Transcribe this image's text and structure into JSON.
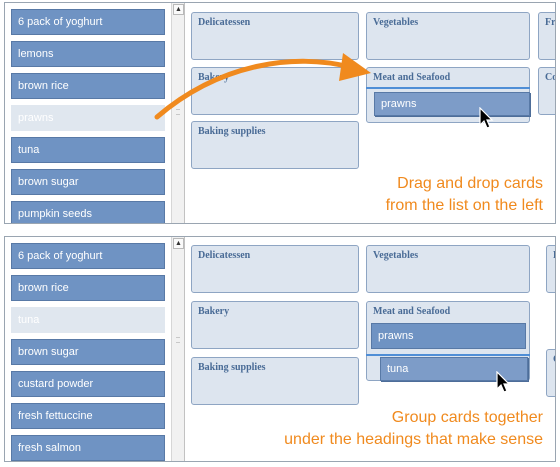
{
  "top_panel": {
    "list_items": [
      {
        "label": "6 pack of yoghurt",
        "state": "normal"
      },
      {
        "label": "lemons",
        "state": "normal"
      },
      {
        "label": "brown rice",
        "state": "normal"
      },
      {
        "label": "prawns",
        "state": "placeholder"
      },
      {
        "label": "tuna",
        "state": "normal"
      },
      {
        "label": "brown sugar",
        "state": "normal"
      },
      {
        "label": "pumpkin seeds",
        "state": "normal"
      }
    ],
    "categories": [
      {
        "heading": "Delicatessen"
      },
      {
        "heading": "Vegetables"
      },
      {
        "heading": "Fru"
      },
      {
        "heading": "Bakery"
      },
      {
        "heading": "Meat and Seafood"
      },
      {
        "heading": "Cor"
      },
      {
        "heading": "Baking supplies"
      }
    ],
    "dragging_card": "prawns",
    "caption_lines": [
      "Drag and drop cards",
      "from the list on the left"
    ]
  },
  "bottom_panel": {
    "list_items": [
      {
        "label": "6 pack of yoghurt",
        "state": "normal"
      },
      {
        "label": "brown rice",
        "state": "normal"
      },
      {
        "label": "tuna",
        "state": "placeholder"
      },
      {
        "label": "brown sugar",
        "state": "normal"
      },
      {
        "label": "custard powder",
        "state": "normal"
      },
      {
        "label": "fresh fettuccine",
        "state": "normal"
      },
      {
        "label": "fresh salmon",
        "state": "normal"
      }
    ],
    "categories": [
      {
        "heading": "Delicatessen"
      },
      {
        "heading": "Vegetables"
      },
      {
        "heading": "F"
      },
      {
        "heading": "Bakery"
      },
      {
        "heading": "Meat and Seafood"
      },
      {
        "heading": "C"
      },
      {
        "heading": "Baking supplies"
      }
    ],
    "grouped_card": "prawns",
    "dragging_card": "tuna",
    "caption_lines": [
      "Group cards together",
      "under the headings that make sense"
    ]
  },
  "colors": {
    "card": "#6f93c3",
    "category_bg": "#dde5ef",
    "heading": "#496b96",
    "accent_orange": "#f08a1e",
    "drop_indicator": "#4f8ed6"
  },
  "icons": [
    "scroll-up-arrow-icon",
    "mouse-cursor-icon",
    "curved-arrow-icon"
  ]
}
